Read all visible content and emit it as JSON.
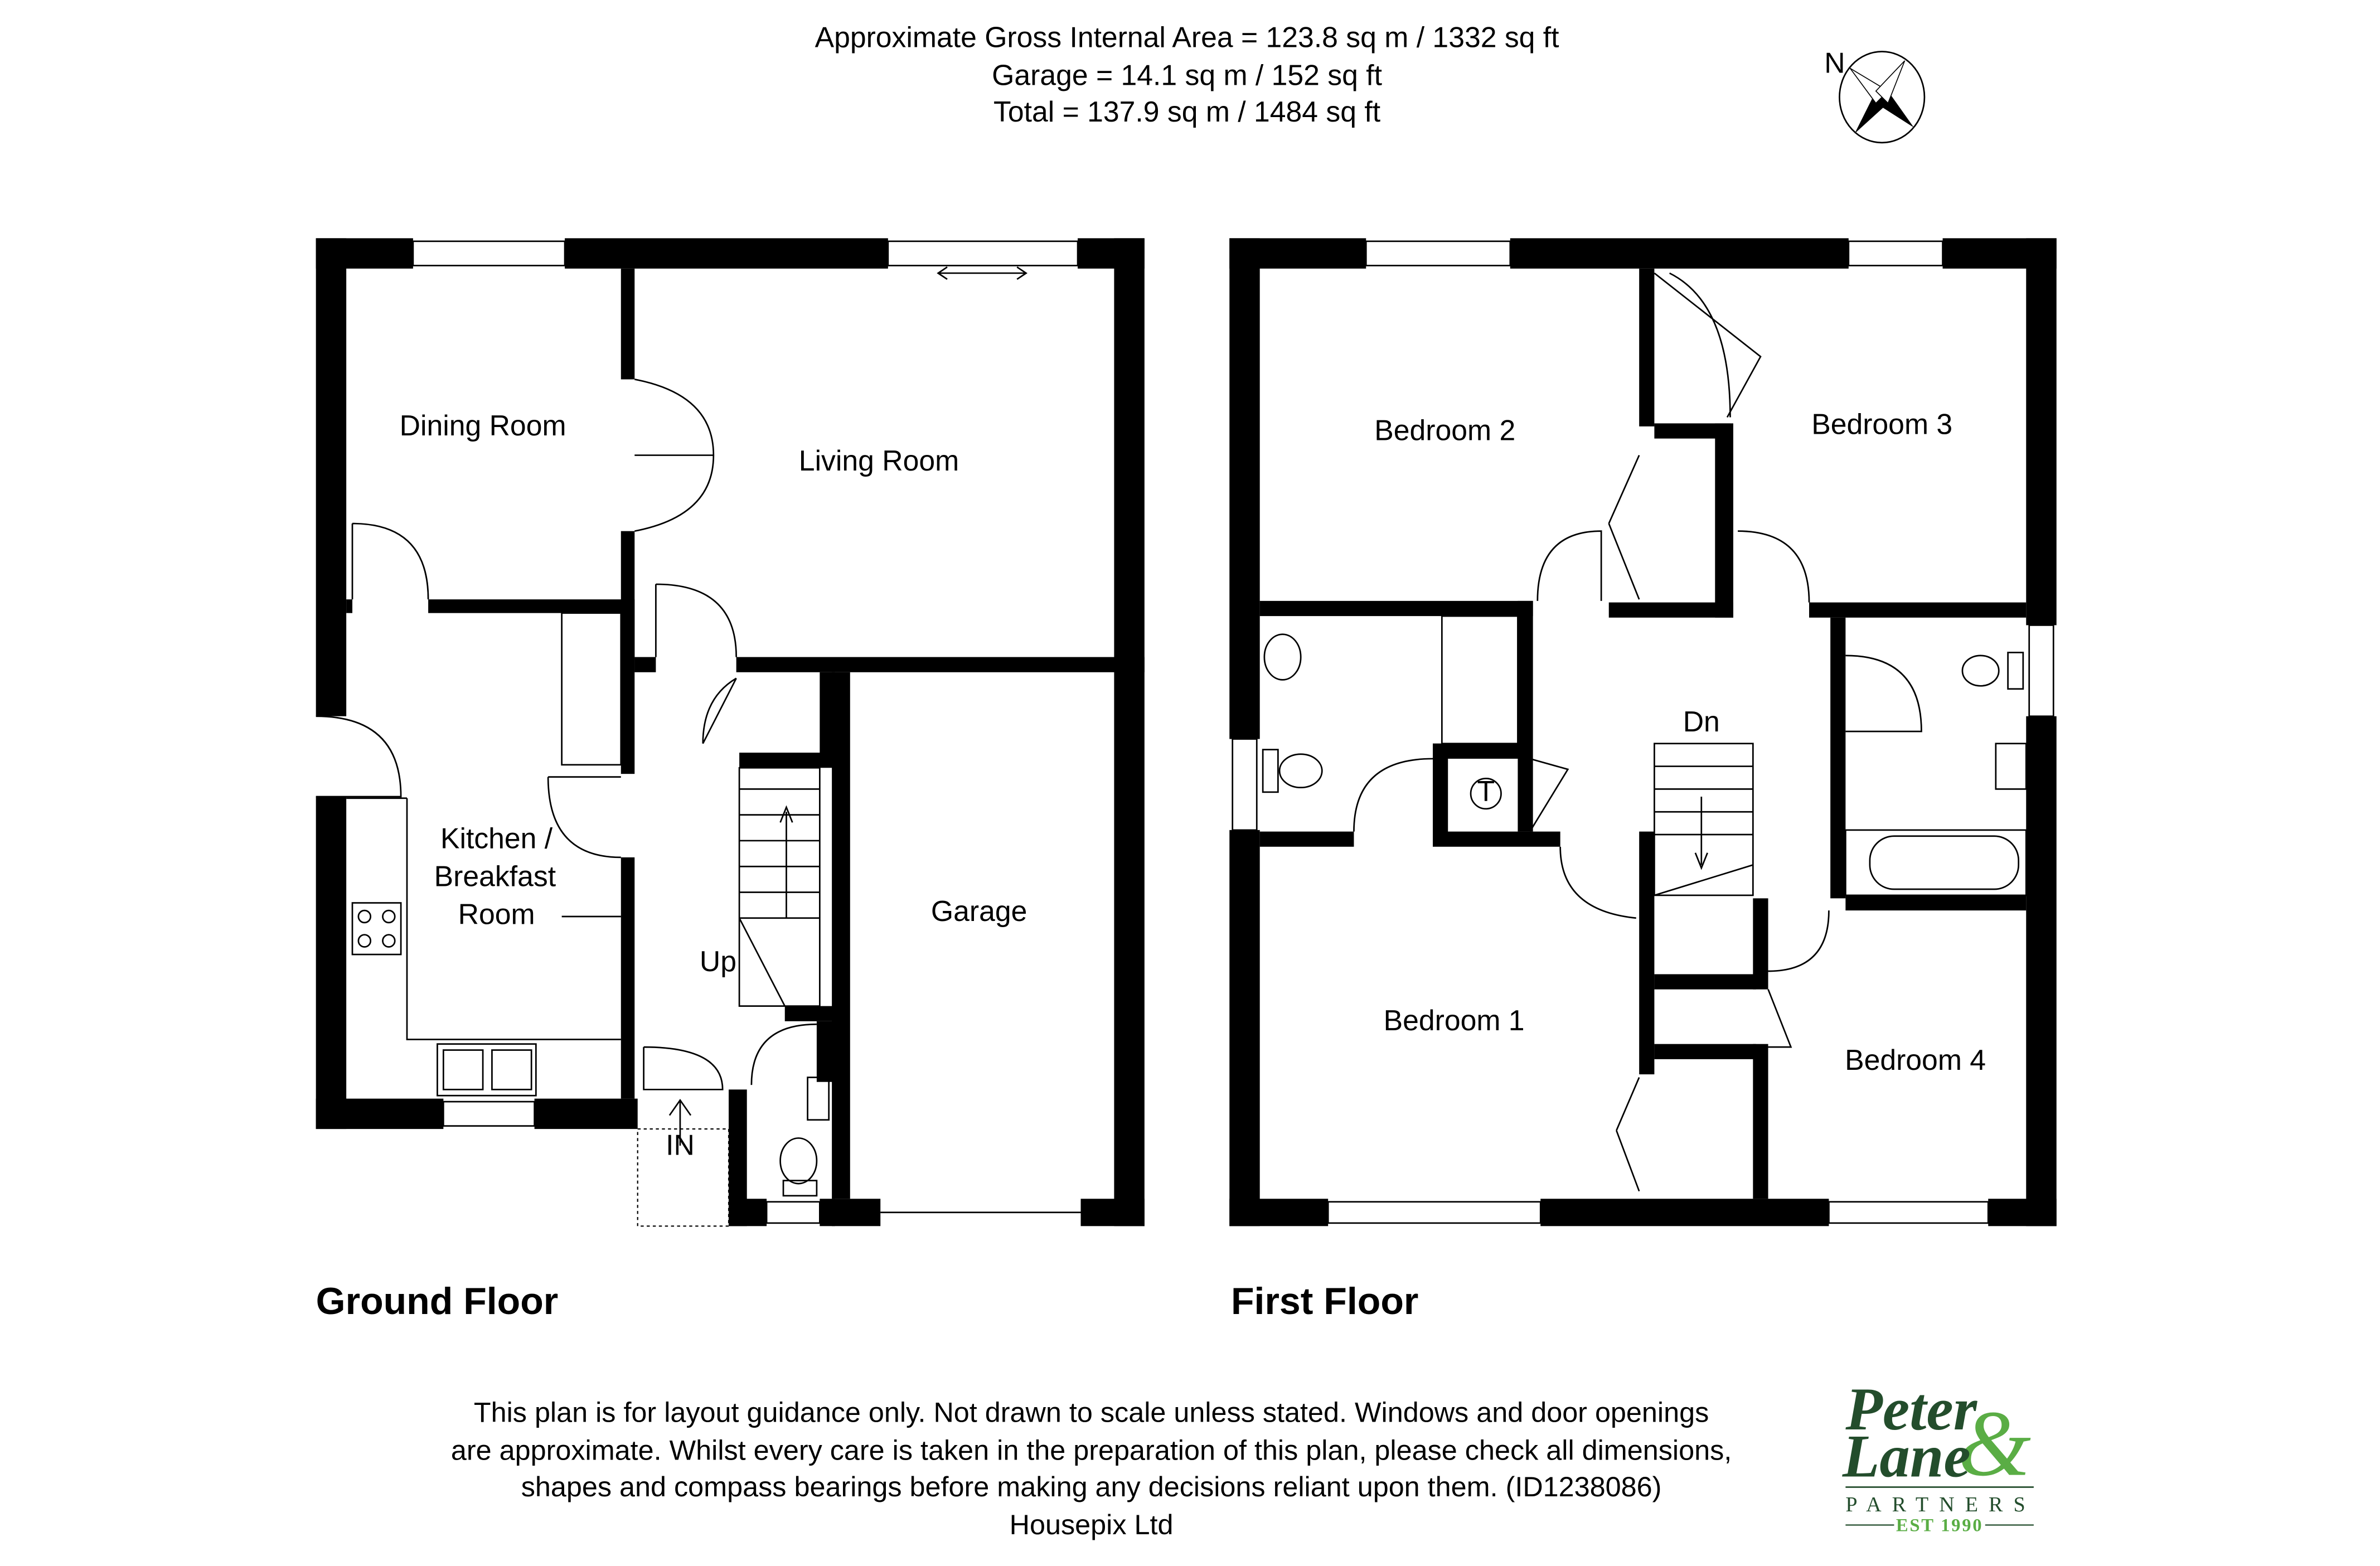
{
  "header": {
    "gross_area": "Approximate Gross Internal Area = 123.8 sq m / 1332 sq ft",
    "garage_area": "Garage = 14.1 sq m / 152 sq ft",
    "total_area": "Total = 137.9 sq m / 1484 sq ft",
    "compass_label": "N"
  },
  "ground_floor": {
    "title": "Ground Floor",
    "rooms": {
      "dining": "Dining Room",
      "living": "Living Room",
      "kitchen_1": "Kitchen /",
      "kitchen_2": "Breakfast",
      "kitchen_3": "Room",
      "garage": "Garage",
      "up": "Up",
      "in": "IN"
    }
  },
  "first_floor": {
    "title": "First Floor",
    "rooms": {
      "bed1": "Bedroom 1",
      "bed2": "Bedroom 2",
      "bed3": "Bedroom 3",
      "bed4": "Bedroom 4",
      "dn": "Dn",
      "tank": "T"
    }
  },
  "disclaimer": {
    "line1": "This plan is for layout guidance only. Not drawn to scale unless stated. Windows and door openings",
    "line2": "are approximate. Whilst every care is taken in the preparation of this plan, please check all dimensions,",
    "line3": "shapes and compass bearings before making any decisions reliant upon them. (ID1238086)",
    "line4": "Housepix Ltd"
  },
  "logo": {
    "line1": "Peter",
    "line2": "Lane",
    "amp": "&",
    "partners": "PARTNERS",
    "est": "EST 1990",
    "colors": {
      "dark": "#234d2c",
      "light": "#5aad45"
    }
  }
}
